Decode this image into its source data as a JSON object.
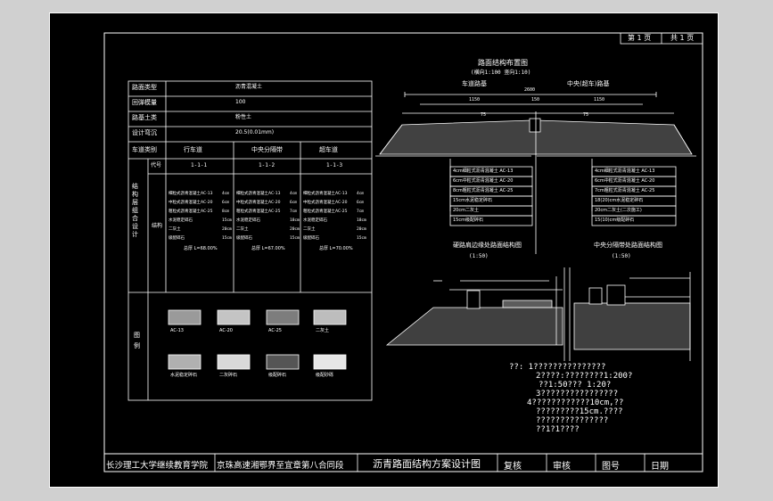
{
  "page": {
    "label_prefix": "第",
    "page_no": "1",
    "label_page": "页",
    "total_label": "共",
    "total_no": "1",
    "total_unit": "页"
  },
  "table": {
    "header_rows": [
      {
        "label": "路面类型",
        "value": "沥青混凝土"
      },
      {
        "label": "回弹模量",
        "value": "100"
      },
      {
        "label": "路基土类",
        "value": "粉性土"
      },
      {
        "label": "设计弯沉",
        "value": "20.5(0.01mm)"
      }
    ],
    "lane_label": "车道类别",
    "lanes": [
      "行车道",
      "中央分隔带",
      "超车道"
    ],
    "section_label": "结构层组合设计",
    "sublabel_a": "代号",
    "sublabel_b": "结构",
    "codes": [
      "1-1-1",
      "1-1-2",
      "1-1-3"
    ],
    "layers_col1": [
      [
        "细粒式沥青混凝土AC-13",
        "4cm"
      ],
      [
        "中粒式沥青混凝土AC-20",
        "6cm"
      ],
      [
        "粗粒式沥青混凝土AC-25",
        "8cm"
      ],
      [
        "水泥稳定碎石",
        "15cm"
      ],
      [
        "二灰土",
        "20cm"
      ],
      [
        "级配碎石",
        "15cm"
      ]
    ],
    "layers_col2": [
      [
        "细粒式沥青混凝土AC-13",
        "4cm"
      ],
      [
        "中粒式沥青混凝土AC-20",
        "6cm"
      ],
      [
        "粗粒式沥青混凝土AC-25",
        "7cm"
      ],
      [
        "水泥稳定碎石",
        "18cm"
      ],
      [
        "二灰土",
        "20cm"
      ],
      [
        "级配碎石",
        "15cm"
      ]
    ],
    "layers_col3": [
      [
        "细粒式沥青混凝土AC-13",
        "4cm"
      ],
      [
        "中粒式沥青混凝土AC-20",
        "6cm"
      ],
      [
        "粗粒式沥青混凝土AC-25",
        "7cm"
      ],
      [
        "水泥稳定碎石",
        "18cm"
      ],
      [
        "二灰土",
        "20cm"
      ],
      [
        "级配碎石",
        "15cm"
      ]
    ],
    "totals": [
      "总厚 L=68.00%",
      "总厚 L=67.00%",
      "总厚 L=70.00%"
    ],
    "legend_label": "图例",
    "legend": [
      "AC-13",
      "AC-20",
      "AC-25",
      "二灰土",
      "水泥稳定碎石",
      "二灰碎石",
      "级配碎石",
      "级配砂砾"
    ]
  },
  "diagrams": {
    "top_title": "路面结构布置图",
    "top_subtitle": "(横向1:100  竖向1:10)",
    "left_label": "车道路基",
    "right_label": "中央(超车)路基",
    "width_main": "2600",
    "dims": [
      "1150",
      "1150",
      "150",
      "75",
      "75"
    ],
    "left_layers": [
      "4cm细粒式沥青混凝土 AC-13",
      "6cm中粒式沥青混凝土 AC-20",
      "8cm粗粒式沥青混凝土 AC-25",
      "15cm水泥稳定碎石",
      "20cm二灰土",
      "15cm级配碎石"
    ],
    "right_layers": [
      "4cm细粒式沥青混凝土 AC-13",
      "6cm中粒式沥青混凝土 AC-20",
      "7cm粗粒式沥青混凝土 AC-25",
      "18(20)cm水泥稳定碎石",
      "20cm二灰土(二次施工)",
      "15(10)cm级配碎石"
    ],
    "bl_title": "硬路肩边缘处路面结构图",
    "bl_scale": "(1:50)",
    "br_title": "中央分隔带处路面结构图",
    "br_scale": "(1:50)",
    "notes": [
      "??: 1???????????????",
      "2????:????????1:200?",
      "??1:50???  1:20?",
      "3????????????????",
      "4????????????10cm,??",
      "?????????15cm.????",
      "???????????????",
      "??1?1????"
    ]
  },
  "title_block": {
    "school": "长沙理工大学继续教育学院",
    "project": "京珠高速湘鄂界至宜章第八合同段",
    "drawing": "沥青路面结构方案设计图",
    "check": "复核",
    "review": "审核",
    "drawing_no": "图号",
    "date": "日期"
  },
  "colors": {
    "background": "#000000",
    "lines": "#ffffff",
    "frame": "#d0d0d0"
  }
}
